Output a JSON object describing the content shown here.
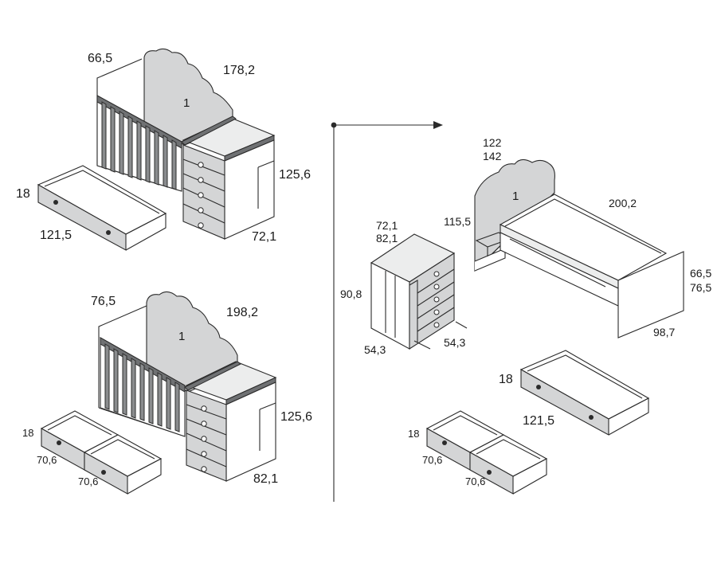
{
  "config_crib_small": {
    "dims": {
      "headboard_height": "66,5",
      "length": "178,2",
      "panel_number": "1",
      "chest_height": "125,6",
      "chest_width": "72,1",
      "drawer_height": "18",
      "drawer_length": "121,5"
    }
  },
  "config_crib_large": {
    "dims": {
      "headboard_height": "76,5",
      "length": "198,2",
      "panel_number": "1",
      "chest_height": "125,6",
      "chest_width": "82,1",
      "drawer_height": "18",
      "drawer_a_length": "70,6",
      "drawer_b_length": "70,6"
    }
  },
  "conversion": {
    "arrow": "arrow-right-icon"
  },
  "config_bed": {
    "dims": {
      "headboard_height_a": "122",
      "headboard_height_b": "142",
      "panel_number": "1",
      "bed_length": "200,2",
      "shelf_height": "115,5",
      "footboard_height_a": "66,5",
      "footboard_height_b": "76,5",
      "bed_width": "98,7"
    }
  },
  "chest": {
    "dims": {
      "width_a": "72,1",
      "width_b": "82,1",
      "height": "90,8",
      "depth_left": "54,3",
      "depth_right": "54,3"
    }
  },
  "bed_drawers": {
    "dims": {
      "single_height": "18",
      "single_length": "121,5",
      "split_height": "18",
      "split_a_length": "70,6",
      "split_b_length": "70,6"
    }
  }
}
